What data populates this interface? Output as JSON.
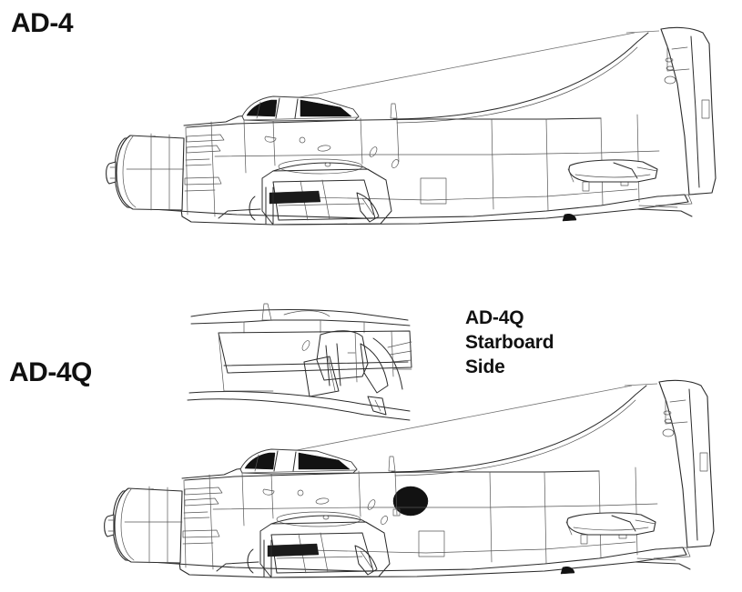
{
  "document": {
    "type": "technical-line-drawing",
    "subject": "Douglas AD-4 Skyraider side profiles",
    "background_color": "#ffffff",
    "line_color": "#2b2b2b",
    "text_color": "#111111"
  },
  "labels": {
    "top_variant": "AD-4",
    "bottom_variant": "AD-4Q",
    "inset_caption": "AD-4Q\nStarboard\nSide",
    "inset_caption_lines": [
      "AD-4Q",
      "Starboard",
      "Side"
    ]
  },
  "views": [
    {
      "id": "view-ad4",
      "name": "AD-4 port side profile",
      "variant": "AD-4",
      "orientation": "left-facing side elevation",
      "features": [
        "engine cowling",
        "propeller hub",
        "sliding canopy with tinted glazing",
        "main landing gear extended",
        "wing stub",
        "vertical stabilizer",
        "horizontal stabilizer",
        "tailwheel",
        "arrestor hook",
        "antenna wire to fin tip"
      ]
    },
    {
      "id": "view-inset",
      "name": "AD-4Q starboard detail inset",
      "variant": "AD-4Q",
      "orientation": "starboard side partial detail",
      "features": [
        "wing root fairing",
        "main gear bay",
        "gear door",
        "dive brake"
      ]
    },
    {
      "id": "view-ad4q",
      "name": "AD-4Q port side profile",
      "variant": "AD-4Q",
      "orientation": "left-facing side elevation",
      "features": [
        "engine cowling",
        "propeller hub",
        "sliding canopy with tinted glazing",
        "ECM radome black disc",
        "main landing gear extended",
        "vertical stabilizer",
        "horizontal stabilizer",
        "tailwheel",
        "arrestor hook",
        "antenna wire to fin tip"
      ]
    }
  ],
  "colors": {
    "line": "#2b2b2b",
    "thin_line": "#555555",
    "fill": "#ffffff",
    "glazing": "#121212",
    "panel_grey": "#d9d9d9"
  }
}
